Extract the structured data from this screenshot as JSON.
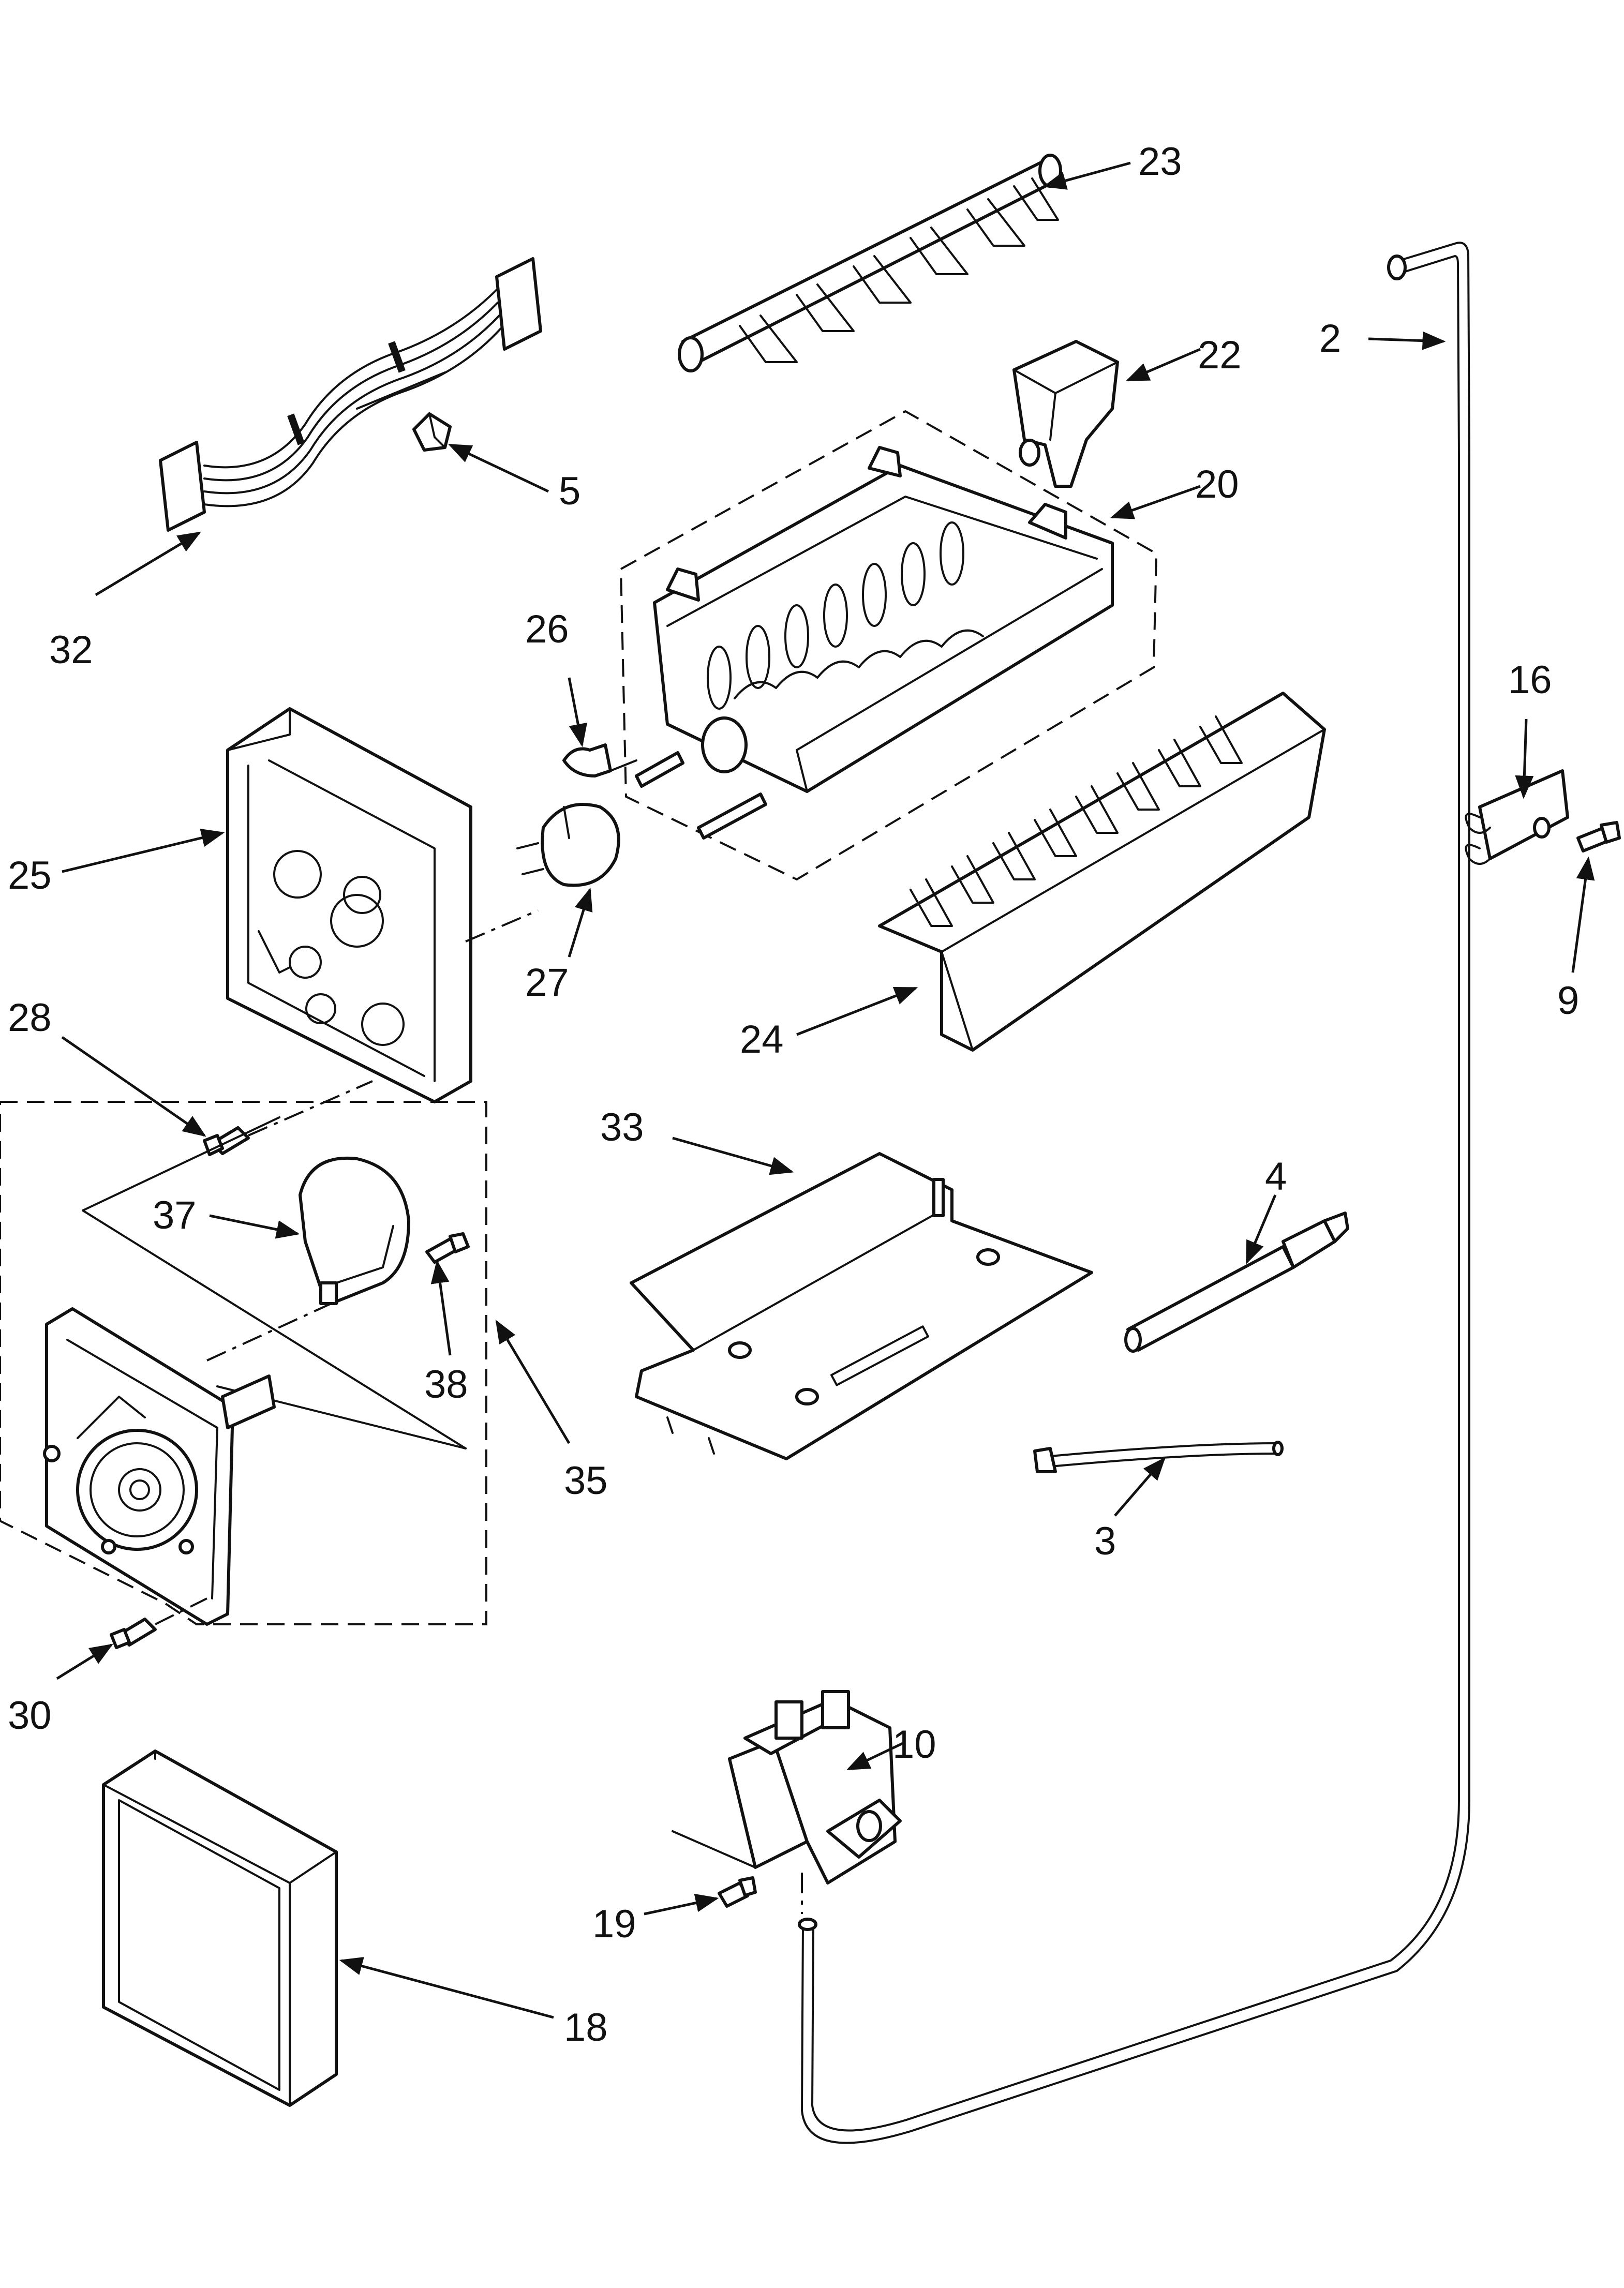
{
  "labels": {
    "p2": "2",
    "p3": "3",
    "p4": "4",
    "p5": "5",
    "p9": "9",
    "p10": "10",
    "p16": "16",
    "p18": "18",
    "p19": "19",
    "p20": "20",
    "p22": "22",
    "p23": "23",
    "p24": "24",
    "p25": "25",
    "p26": "26",
    "p27": "27",
    "p28": "28",
    "p30": "30",
    "p32": "32",
    "p33": "33",
    "p35": "35",
    "p37": "37",
    "p38": "38"
  },
  "colors": {
    "line": "#111111",
    "background": "#ffffff"
  }
}
